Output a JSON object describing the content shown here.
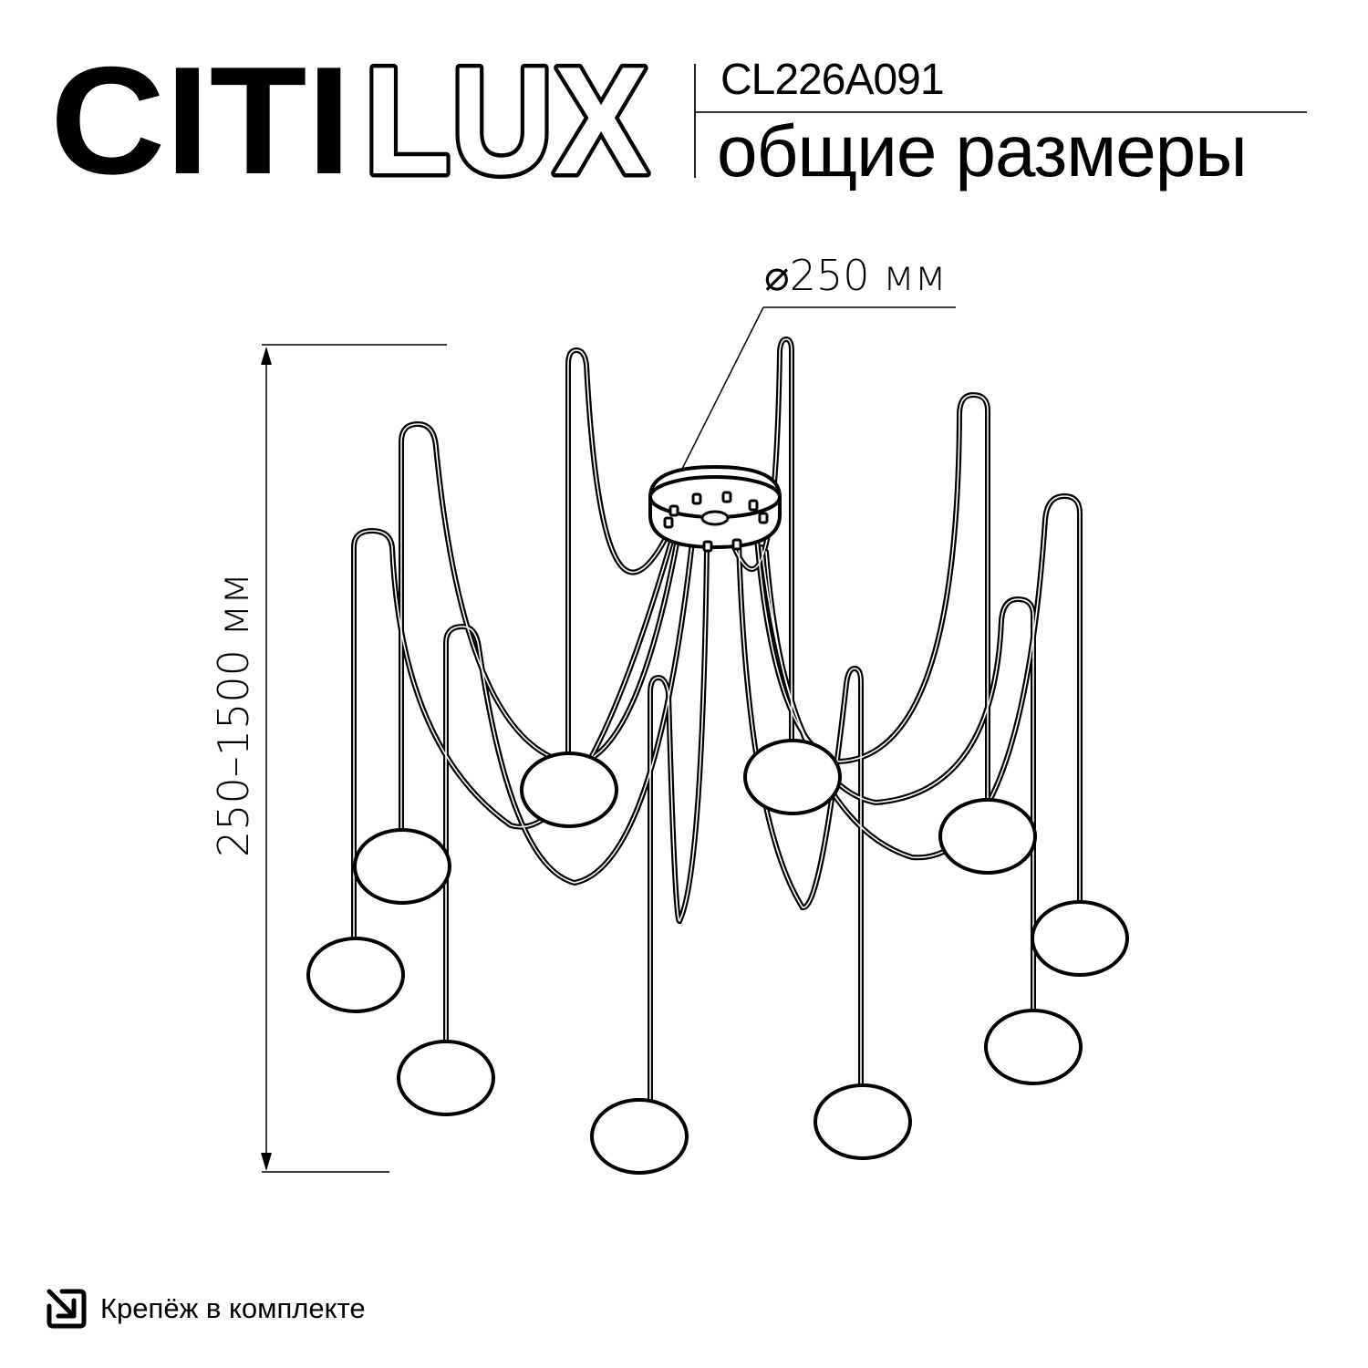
{
  "brand": {
    "logo_text_solid": "CITI",
    "logo_text_outline": "LUX"
  },
  "header": {
    "model": "CL226A091",
    "subtitle": "общие размеры"
  },
  "dimensions": {
    "diameter_label": "⌀250 мм",
    "height_label": "250–1500 мм"
  },
  "footer": {
    "icon": "mount-kit-arrow-icon",
    "label": "Крепёж в комплекте"
  },
  "colors": {
    "line": "#000000",
    "background": "#ffffff"
  }
}
